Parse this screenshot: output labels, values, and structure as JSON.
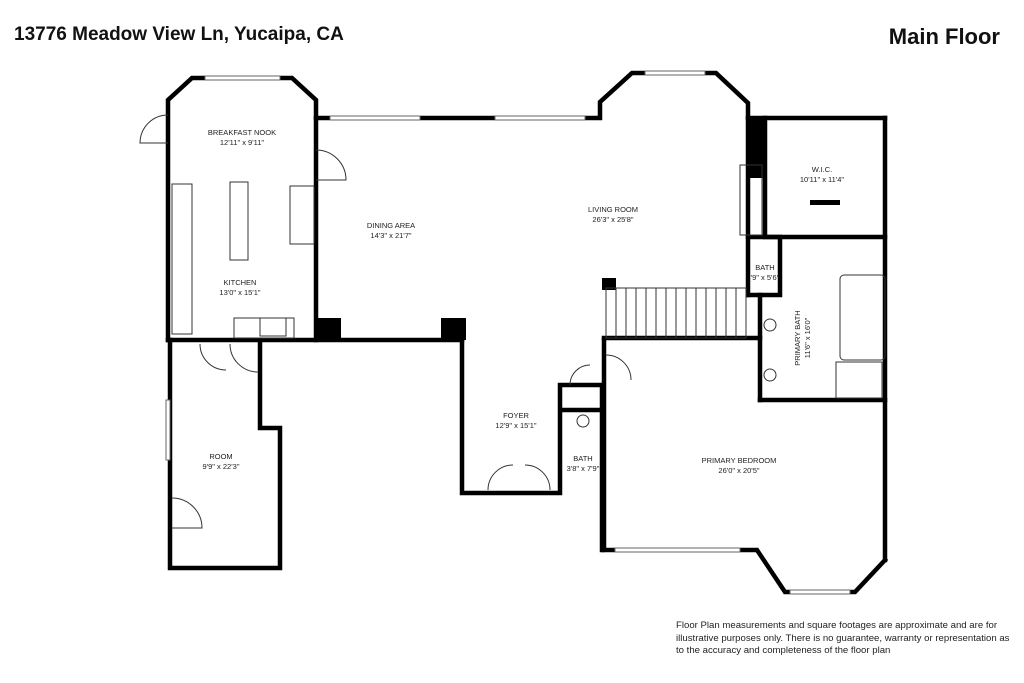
{
  "header": {
    "address": "13776 Meadow View Ln, Yucaipa, CA",
    "floor_name": "Main Floor"
  },
  "rooms": {
    "breakfast_nook": {
      "name": "BREAKFAST NOOK",
      "size": "12'11\" x 9'11\""
    },
    "kitchen": {
      "name": "KITCHEN",
      "size": "13'0\" x 15'1\""
    },
    "dining_area": {
      "name": "DINING AREA",
      "size": "14'3\" x 21'7\""
    },
    "living_room": {
      "name": "LIVING ROOM",
      "size": "26'3\" x 25'8\""
    },
    "wic": {
      "name": "W.I.C.",
      "size": "10'11\" x 11'4\""
    },
    "bath_small": {
      "name": "BATH",
      "size": "'9\" x 5'6\""
    },
    "primary_bath": {
      "name": "PRIMARY BATH",
      "size": "11'6\" x 16'0\""
    },
    "foyer": {
      "name": "FOYER",
      "size": "12'9\" x 15'1\""
    },
    "bath": {
      "name": "BATH",
      "size": "3'8\" x 7'9\""
    },
    "primary_bedroom": {
      "name": "PRIMARY BEDROOM",
      "size": "26'0\" x 20'5\""
    },
    "room": {
      "name": "ROOM",
      "size": "9'9\" x 22'3\""
    }
  },
  "disclaimer": "Floor Plan measurements and square footages are approximate and are for illustrative purposes only. There is no guarantee, warranty or representation as to the accuracy and completeness of the floor plan"
}
